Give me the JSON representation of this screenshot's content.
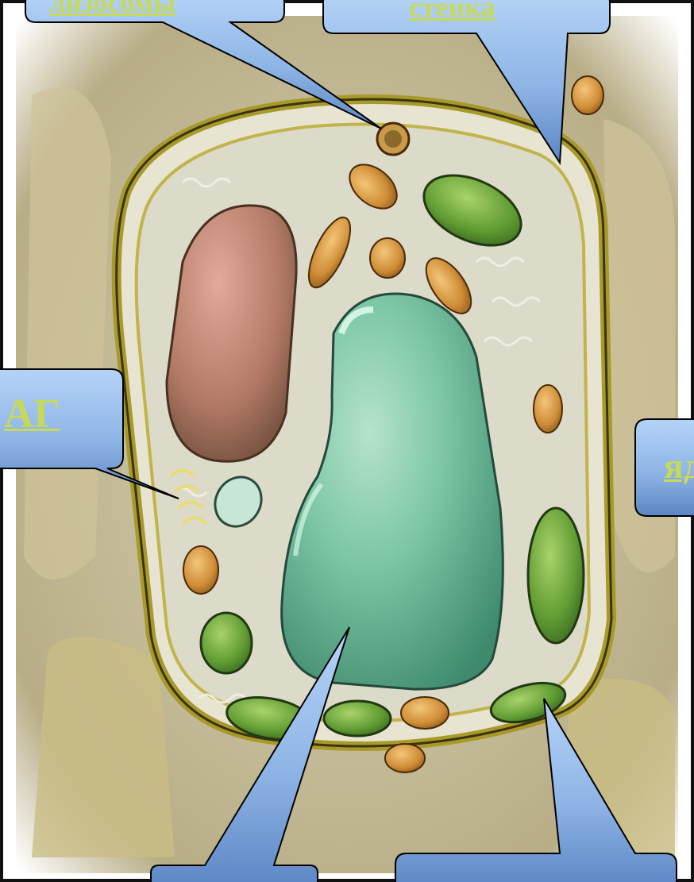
{
  "callouts": {
    "lysosomes": {
      "text": "лизосомы",
      "link": true
    },
    "cell_wall": {
      "text": "стенка",
      "link": true
    },
    "golgi": {
      "text": "АГ",
      "link": true
    },
    "nucleus": {
      "text": "ядро",
      "link": true
    },
    "vacuole": {
      "text": "",
      "link": false
    },
    "chloroplast": {
      "text": "",
      "link": false
    }
  },
  "colors": {
    "callout_fill": "#8fb6e8",
    "callout_stroke": "#000000",
    "link_text": "#c8d85a",
    "frame": "#111111"
  }
}
